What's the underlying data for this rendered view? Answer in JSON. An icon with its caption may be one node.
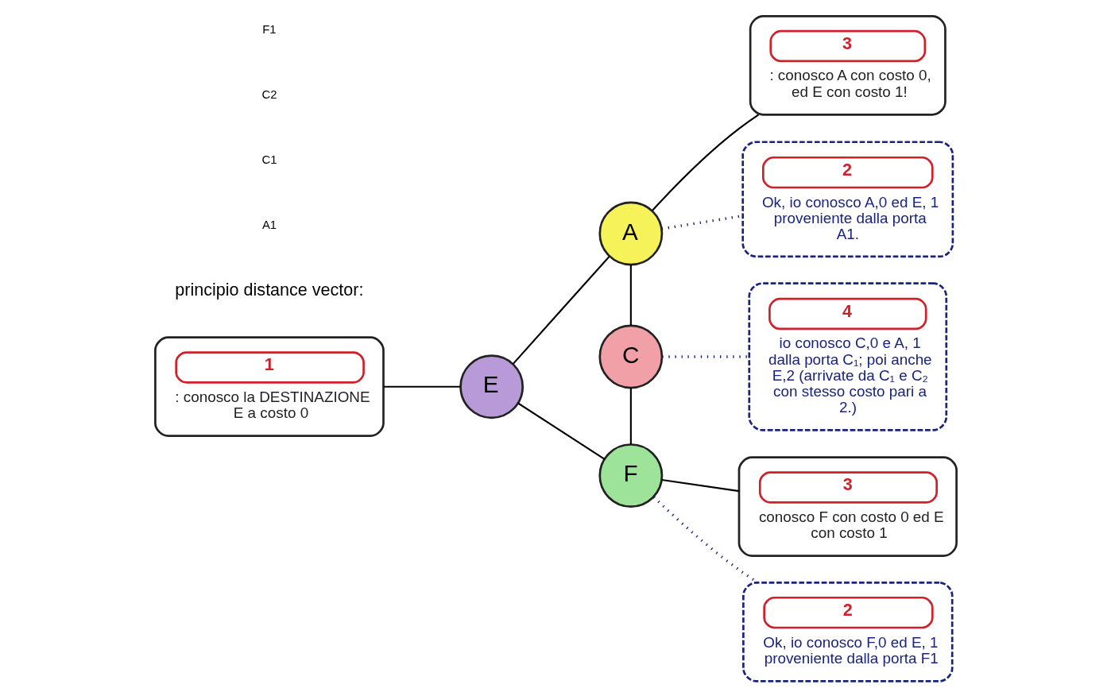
{
  "diagram": {
    "nodes": [
      {
        "text": [
          "2",
          "Ok, io conosco A,0 ed E, 1 proveniente dalla porta A1."
        ]
      },
      {
        "text": [
          "A"
        ]
      },
      {
        "text": [
          "3",
          ": conosco A con costo 0, ed E con costo 1!"
        ]
      },
      {
        "text": [
          "4",
          "io conosco C,0 e A, 1 dalla porta C₁; poi anche E,2 (arrivate da C₁ e C₂ con stesso costo pari a 2.)"
        ]
      },
      {
        "text": [
          "1",
          ": conosco la DESTINAZIONE E a costo 0"
        ]
      },
      {
        "text": [
          "E"
        ]
      },
      {
        "text": [
          "C"
        ]
      },
      {
        "text": [
          "2",
          "Ok, io conosco F,0 ed E, 1 proveniente dalla porta F1"
        ]
      },
      {
        "text": [
          "3",
          "conosco F con costo 0 ed E con costo 1"
        ]
      },
      {
        "text": [
          "F"
        ]
      }
    ],
    "edges": [
      {
        "from": 5,
        "to": 1,
        "arrow": "none"
      },
      {
        "from": 1,
        "to": 6,
        "arrow": "none"
      },
      {
        "from": 6,
        "to": 9,
        "arrow": "none"
      },
      {
        "from": 5,
        "to": 9,
        "arrow": "none"
      },
      {
        "from": 1,
        "to": 0,
        "arrow": "none",
        "style": "dashed",
        "color": "#1a237e"
      },
      {
        "from": 1,
        "to": 2,
        "arrow": "none"
      },
      {
        "from": 4,
        "to": 5,
        "arrow": "none"
      },
      {
        "from": 6,
        "to": 3,
        "arrow": "none",
        "style": "dashed",
        "color": "#1a237e"
      },
      {
        "from": 9,
        "to": 7,
        "arrow": "none",
        "style": "dashed",
        "color": "#1a237e"
      },
      {
        "from": 9,
        "to": 8,
        "arrow": "none"
      }
    ],
    "labels": [
      "principio distance vector:",
      "A1",
      "C1",
      "C2",
      "F1"
    ]
  }
}
